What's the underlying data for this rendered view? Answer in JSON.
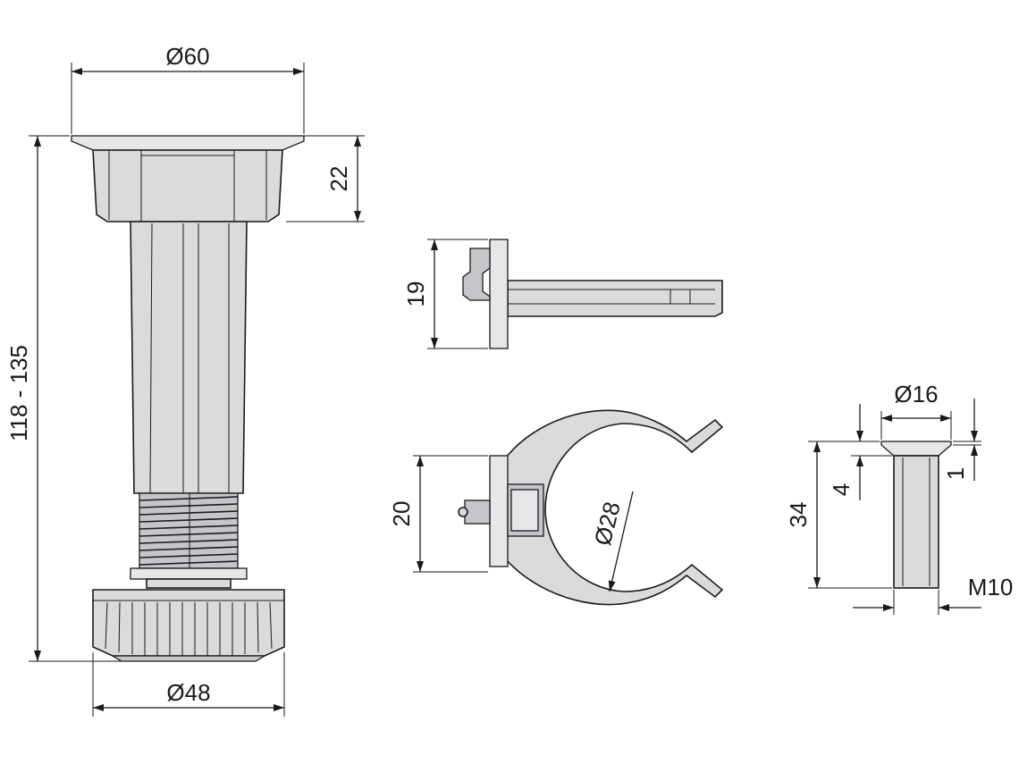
{
  "dimensions": {
    "leg_top_diameter": "Ø60",
    "leg_top_height": "22",
    "leg_total_height": "118 - 135",
    "leg_base_diameter": "Ø48",
    "bracket_height": "19",
    "clip_height": "20",
    "clip_inner_diameter": "Ø28",
    "pin_head_diameter": "Ø16",
    "pin_head_height": "4",
    "pin_head_rim": "1",
    "pin_length": "34",
    "pin_thread": "M10"
  },
  "colors": {
    "line": "#1a1a1a",
    "part_fill": "#dadbdd",
    "background": "#ffffff"
  }
}
